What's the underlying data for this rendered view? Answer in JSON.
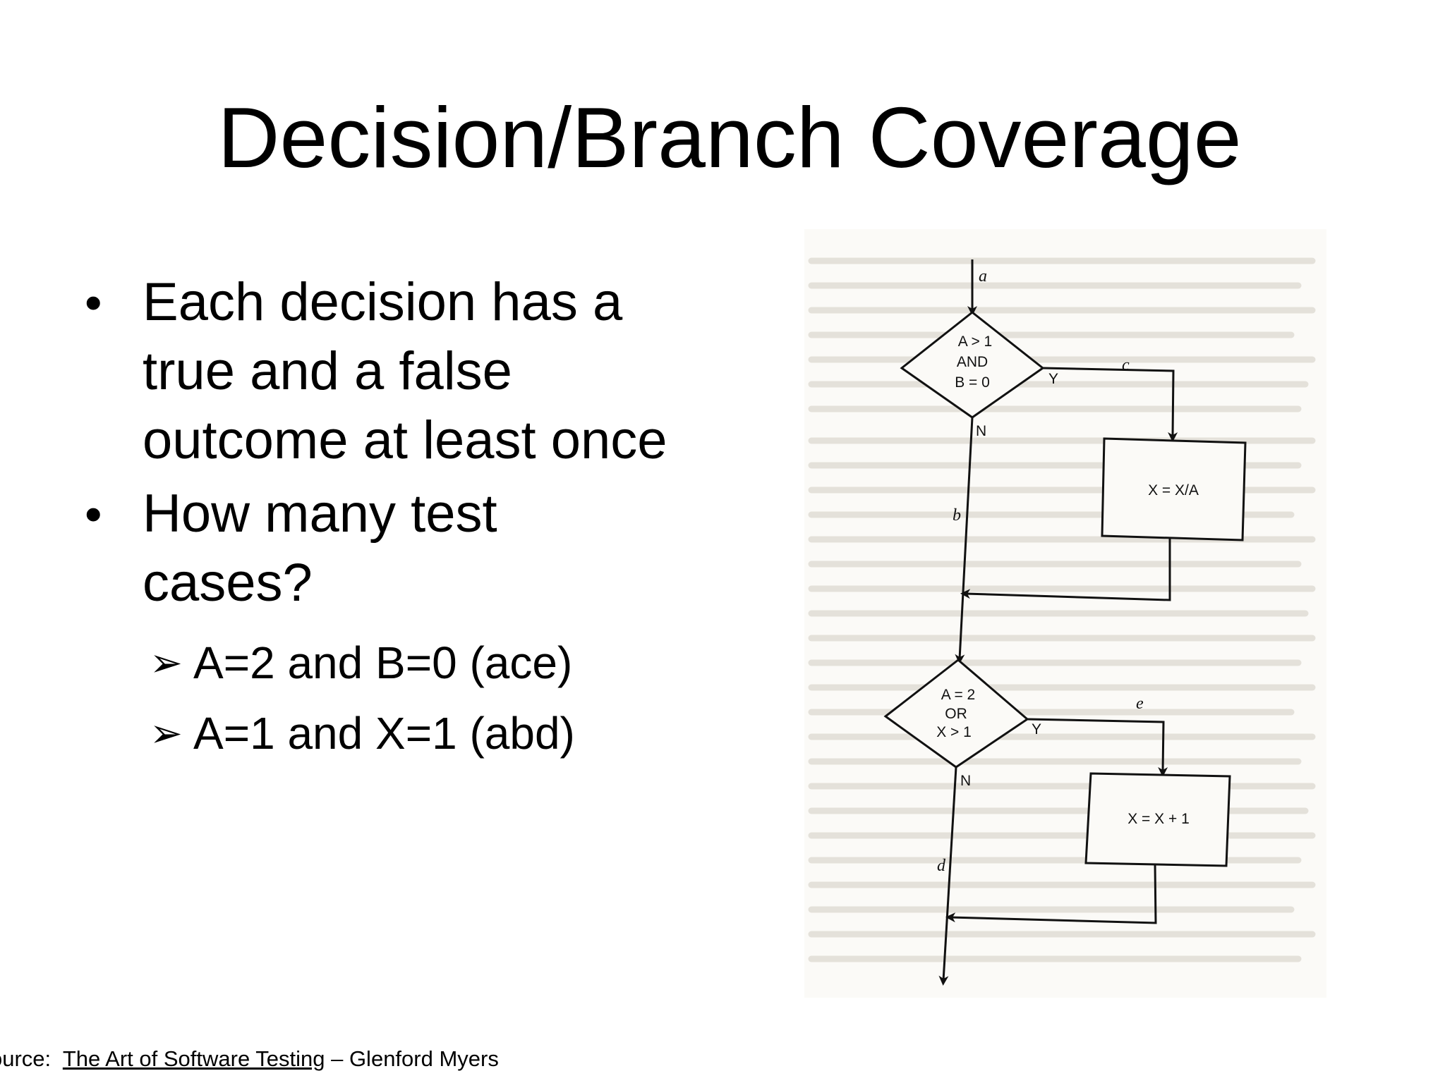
{
  "title": "Decision/Branch Coverage",
  "bullets": [
    {
      "lines": [
        "Each decision has a",
        "true and a false",
        "outcome at least once"
      ],
      "sub": []
    },
    {
      "lines": [
        "How many test",
        "cases?"
      ],
      "sub": [
        "A=2 and B=0 (ace)",
        "A=1 and X=1 (abd)"
      ]
    }
  ],
  "flowchart": {
    "decision1": [
      "A > 1",
      "AND",
      "B = 0"
    ],
    "decision2": [
      "A = 2",
      "OR",
      "X > 1"
    ],
    "process1": "X = X/A",
    "process2": "X = X + 1",
    "yes_label": "Y",
    "no_label": "N",
    "paths": {
      "a": "a",
      "b": "b",
      "c": "c",
      "d": "d",
      "e": "e"
    }
  },
  "source": {
    "prefix": "ource:",
    "book": "The Art of Software Testing",
    "suffix": "– Glenford Myers"
  }
}
